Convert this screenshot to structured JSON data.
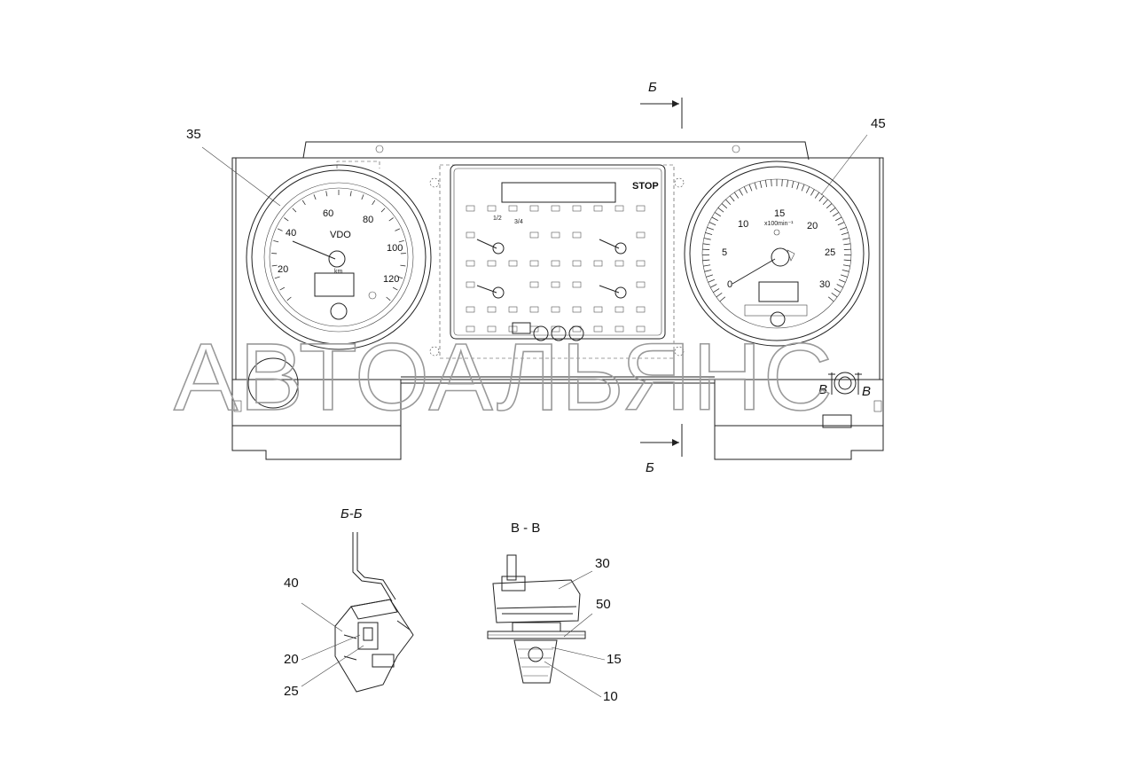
{
  "watermark": "АВТОАЛЬЯНС",
  "labels": {
    "p35": "35",
    "p45": "45",
    "p40": "40",
    "p20": "20",
    "p25": "25",
    "p30": "30",
    "p50": "50",
    "p15": "15",
    "p10": "10"
  },
  "section_marks": {
    "b_top": "Б",
    "b_bottom": "Б",
    "bb_title": "Б-Б",
    "vv_title": "В - В",
    "v_left": "В",
    "v_right": "В"
  },
  "speedometer": {
    "brand": "VDO",
    "unit": "km",
    "ticks": [
      "20",
      "40",
      "60",
      "80",
      "100",
      "120"
    ]
  },
  "tachometer": {
    "unit": "x100min⁻¹",
    "ticks": [
      "0",
      "5",
      "10",
      "15",
      "20",
      "25",
      "30"
    ]
  },
  "center_panel": {
    "stop": "STOP",
    "fuel_half": "1/2",
    "fuel_three_quarter": "3/4"
  }
}
